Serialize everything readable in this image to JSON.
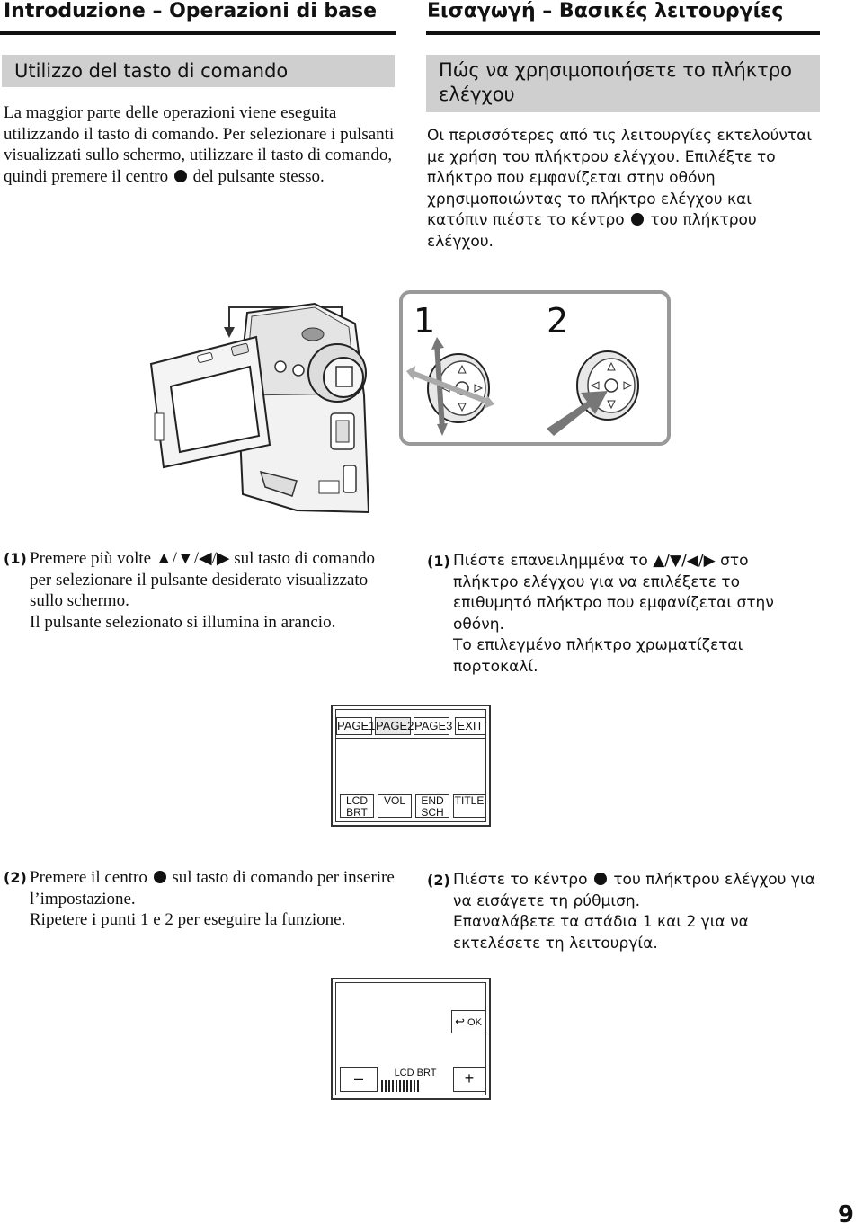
{
  "header": {
    "left_title": "Introduzione – Operazioni di base",
    "right_title": "Εισαγωγή – Βασικές λειτουργίες"
  },
  "section": {
    "it_heading": "Utilizzo del tasto di comando",
    "gr_heading": "Πώς να χρησιμοποιήσετε το πλήκτρο ελέγχου"
  },
  "intro": {
    "it_before": "La maggior parte delle operazioni viene eseguita utilizzando il tasto di comando. Per selezionare i pulsanti visualizzati sullo schermo, utilizzare il tasto di comando, quindi premere il centro",
    "it_after": "del pulsante stesso.",
    "gr_before": "Οι περισσότερες από τις λειτουργίες εκτελούνται με χρήση του πλήκτρου ελέγχου. Επιλέξτε το πλήκτρο που εμφανίζεται στην οθόνη χρησιμοποιώντας το πλήκτρο ελέγχου και κατόπιν πιέστε το κέντρο",
    "gr_after": "του πλήκτρου ελέγχου."
  },
  "figure": {
    "label_1": "1",
    "label_2": "2"
  },
  "step1": {
    "num": "(1)",
    "it_text": "Premere più volte ▲/▼/◀/▶ sul tasto di comando per selezionare il pulsante desiderato visualizzato sullo schermo.",
    "it_note": "Il pulsante selezionato si illumina in arancio.",
    "gr_text": "Πιέστε επανειλημμένα το ▲/▼/◀/▶ στο πλήκτρο ελέγχου για να επιλέξετε το επιθυμητό πλήκτρο που εμφανίζεται στην οθόνη.",
    "gr_note": "Το επιλεγμένο πλήκτρο χρωματίζεται πορτοκαλί."
  },
  "screen1": {
    "tabs": [
      "PAGE1",
      "PAGE2",
      "PAGE3",
      "EXIT"
    ],
    "buttons": [
      {
        "l1": "LCD",
        "l2": "BRT"
      },
      {
        "l1": "VOL",
        "l2": ""
      },
      {
        "l1": "END",
        "l2": "SCH"
      },
      {
        "l1": "TITLE",
        "l2": ""
      }
    ]
  },
  "step2": {
    "num": "(2)",
    "it_before": "Premere il centro",
    "it_after": "sul tasto di comando per inserire l’impostazione.",
    "it_note": "Ripetere i punti 1 e 2 per eseguire la funzione.",
    "gr_before": "Πιέστε το κέντρο",
    "gr_after": "του πλήκτρου ελέγχου για να εισάγετε τη ρύθμιση.",
    "gr_note": "Επαναλάβετε τα στάδια 1 και 2 για να εκτελέσετε τη λειτουργία."
  },
  "screen2": {
    "ok_label": "OK",
    "minus_label": "–",
    "plus_label": "+",
    "caption": "LCD BRT",
    "level_bars": 11
  },
  "page_number": "9"
}
